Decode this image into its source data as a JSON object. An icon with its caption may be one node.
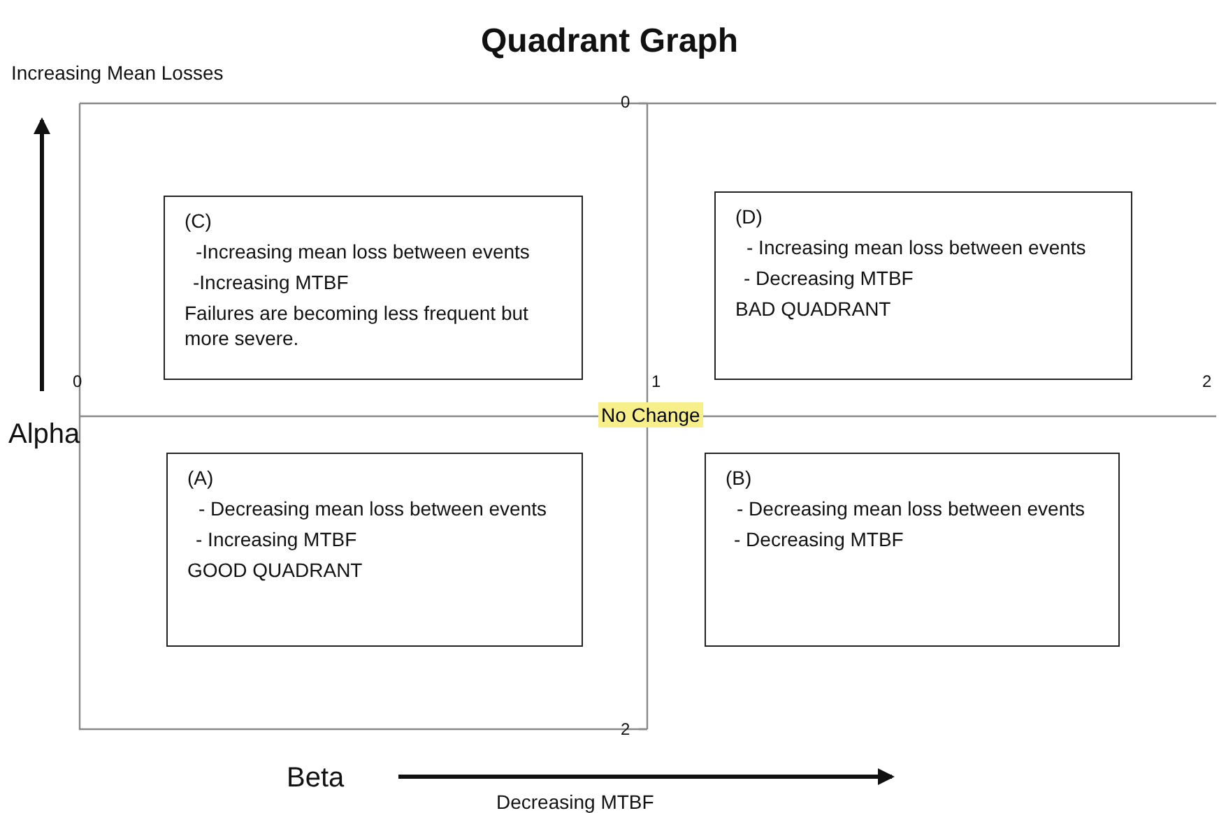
{
  "diagram": {
    "title": "Quadrant Graph",
    "nodes": [
      {
        "text": [
          "(C)",
          "-Increasing mean loss between events",
          "-Increasing MTBF",
          "Failures are becoming less frequent but more severe."
        ]
      },
      {
        "text": [
          "(D)",
          "- Increasing mean loss between events",
          "- Decreasing MTBF",
          "BAD QUADRANT"
        ]
      },
      {
        "text": [
          "No Change"
        ]
      },
      {
        "text": [
          "(A)",
          "- Decreasing mean loss between events",
          "- Increasing MTBF",
          "GOOD QUADRANT"
        ]
      },
      {
        "text": [
          "(B)",
          "- Decreasing mean loss between events",
          "- Decreasing MTBF"
        ]
      }
    ],
    "edges": [],
    "labels": [
      "Increasing Mean Losses",
      "0",
      "0",
      "1",
      "2",
      "Alpha",
      "2",
      "Beta",
      "Decreasing MTBF"
    ]
  }
}
